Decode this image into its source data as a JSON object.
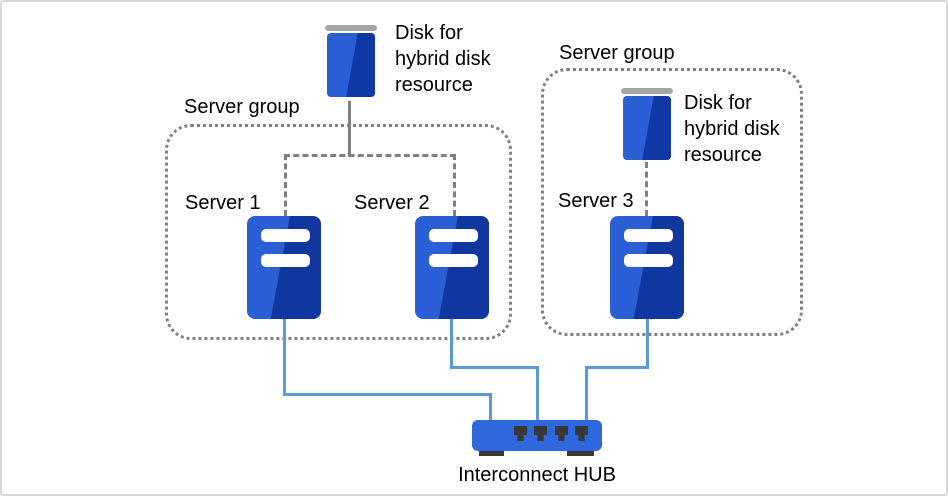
{
  "diagram": {
    "disk_top": {
      "label_line1": "Disk for",
      "label_line2": "hybrid disk",
      "label_line3": "resource"
    },
    "group_left": {
      "title": "Server group",
      "server1_label": "Server 1",
      "server2_label": "Server 2"
    },
    "group_right": {
      "title": "Server group",
      "server3_label": "Server 3",
      "disk_label_line1": "Disk for",
      "disk_label_line2": "hybrid disk",
      "disk_label_line3": "resource"
    },
    "hub": {
      "label": "Interconnect HUB"
    }
  },
  "colors": {
    "server_blue_light": "#2b5fd6",
    "server_blue_dark": "#10379e",
    "hub_blue": "#2e68dc",
    "connector_blue": "#5b9bd5",
    "line_gray": "#808080",
    "disk_cap_gray": "#a6a6a6",
    "port_dark": "#383838",
    "page_border": "#d8d8d8"
  }
}
